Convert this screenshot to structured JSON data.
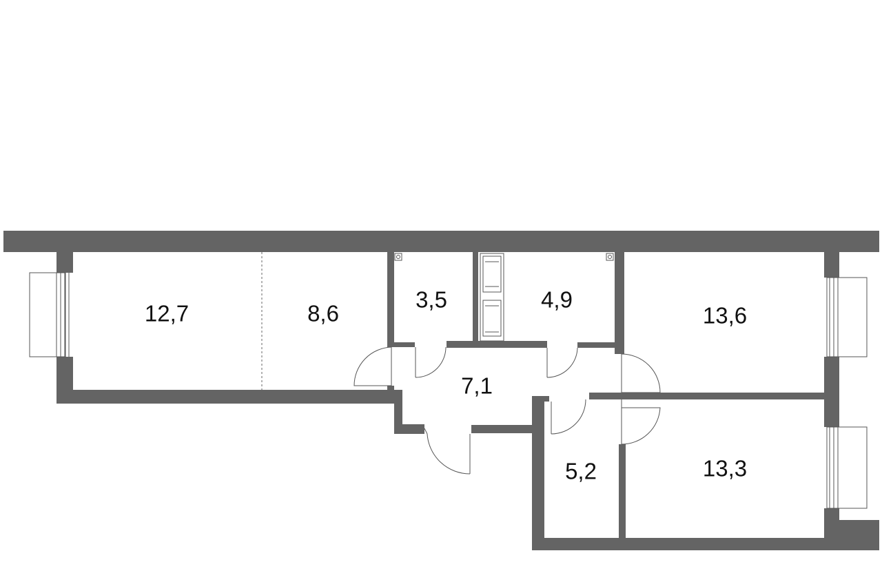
{
  "plan": {
    "rooms": [
      {
        "id": "kitchen",
        "area": "12,7"
      },
      {
        "id": "living",
        "area": "8,6"
      },
      {
        "id": "bath",
        "area": "3,5"
      },
      {
        "id": "laundry",
        "area": "4,9"
      },
      {
        "id": "bedroom-1",
        "area": "13,6"
      },
      {
        "id": "hall",
        "area": "7,1"
      },
      {
        "id": "wc-storage",
        "area": "5,2"
      },
      {
        "id": "bedroom-2",
        "area": "13,3"
      }
    ],
    "colors": {
      "wall": "#646464",
      "background": "#ffffff",
      "text": "#111111"
    }
  }
}
